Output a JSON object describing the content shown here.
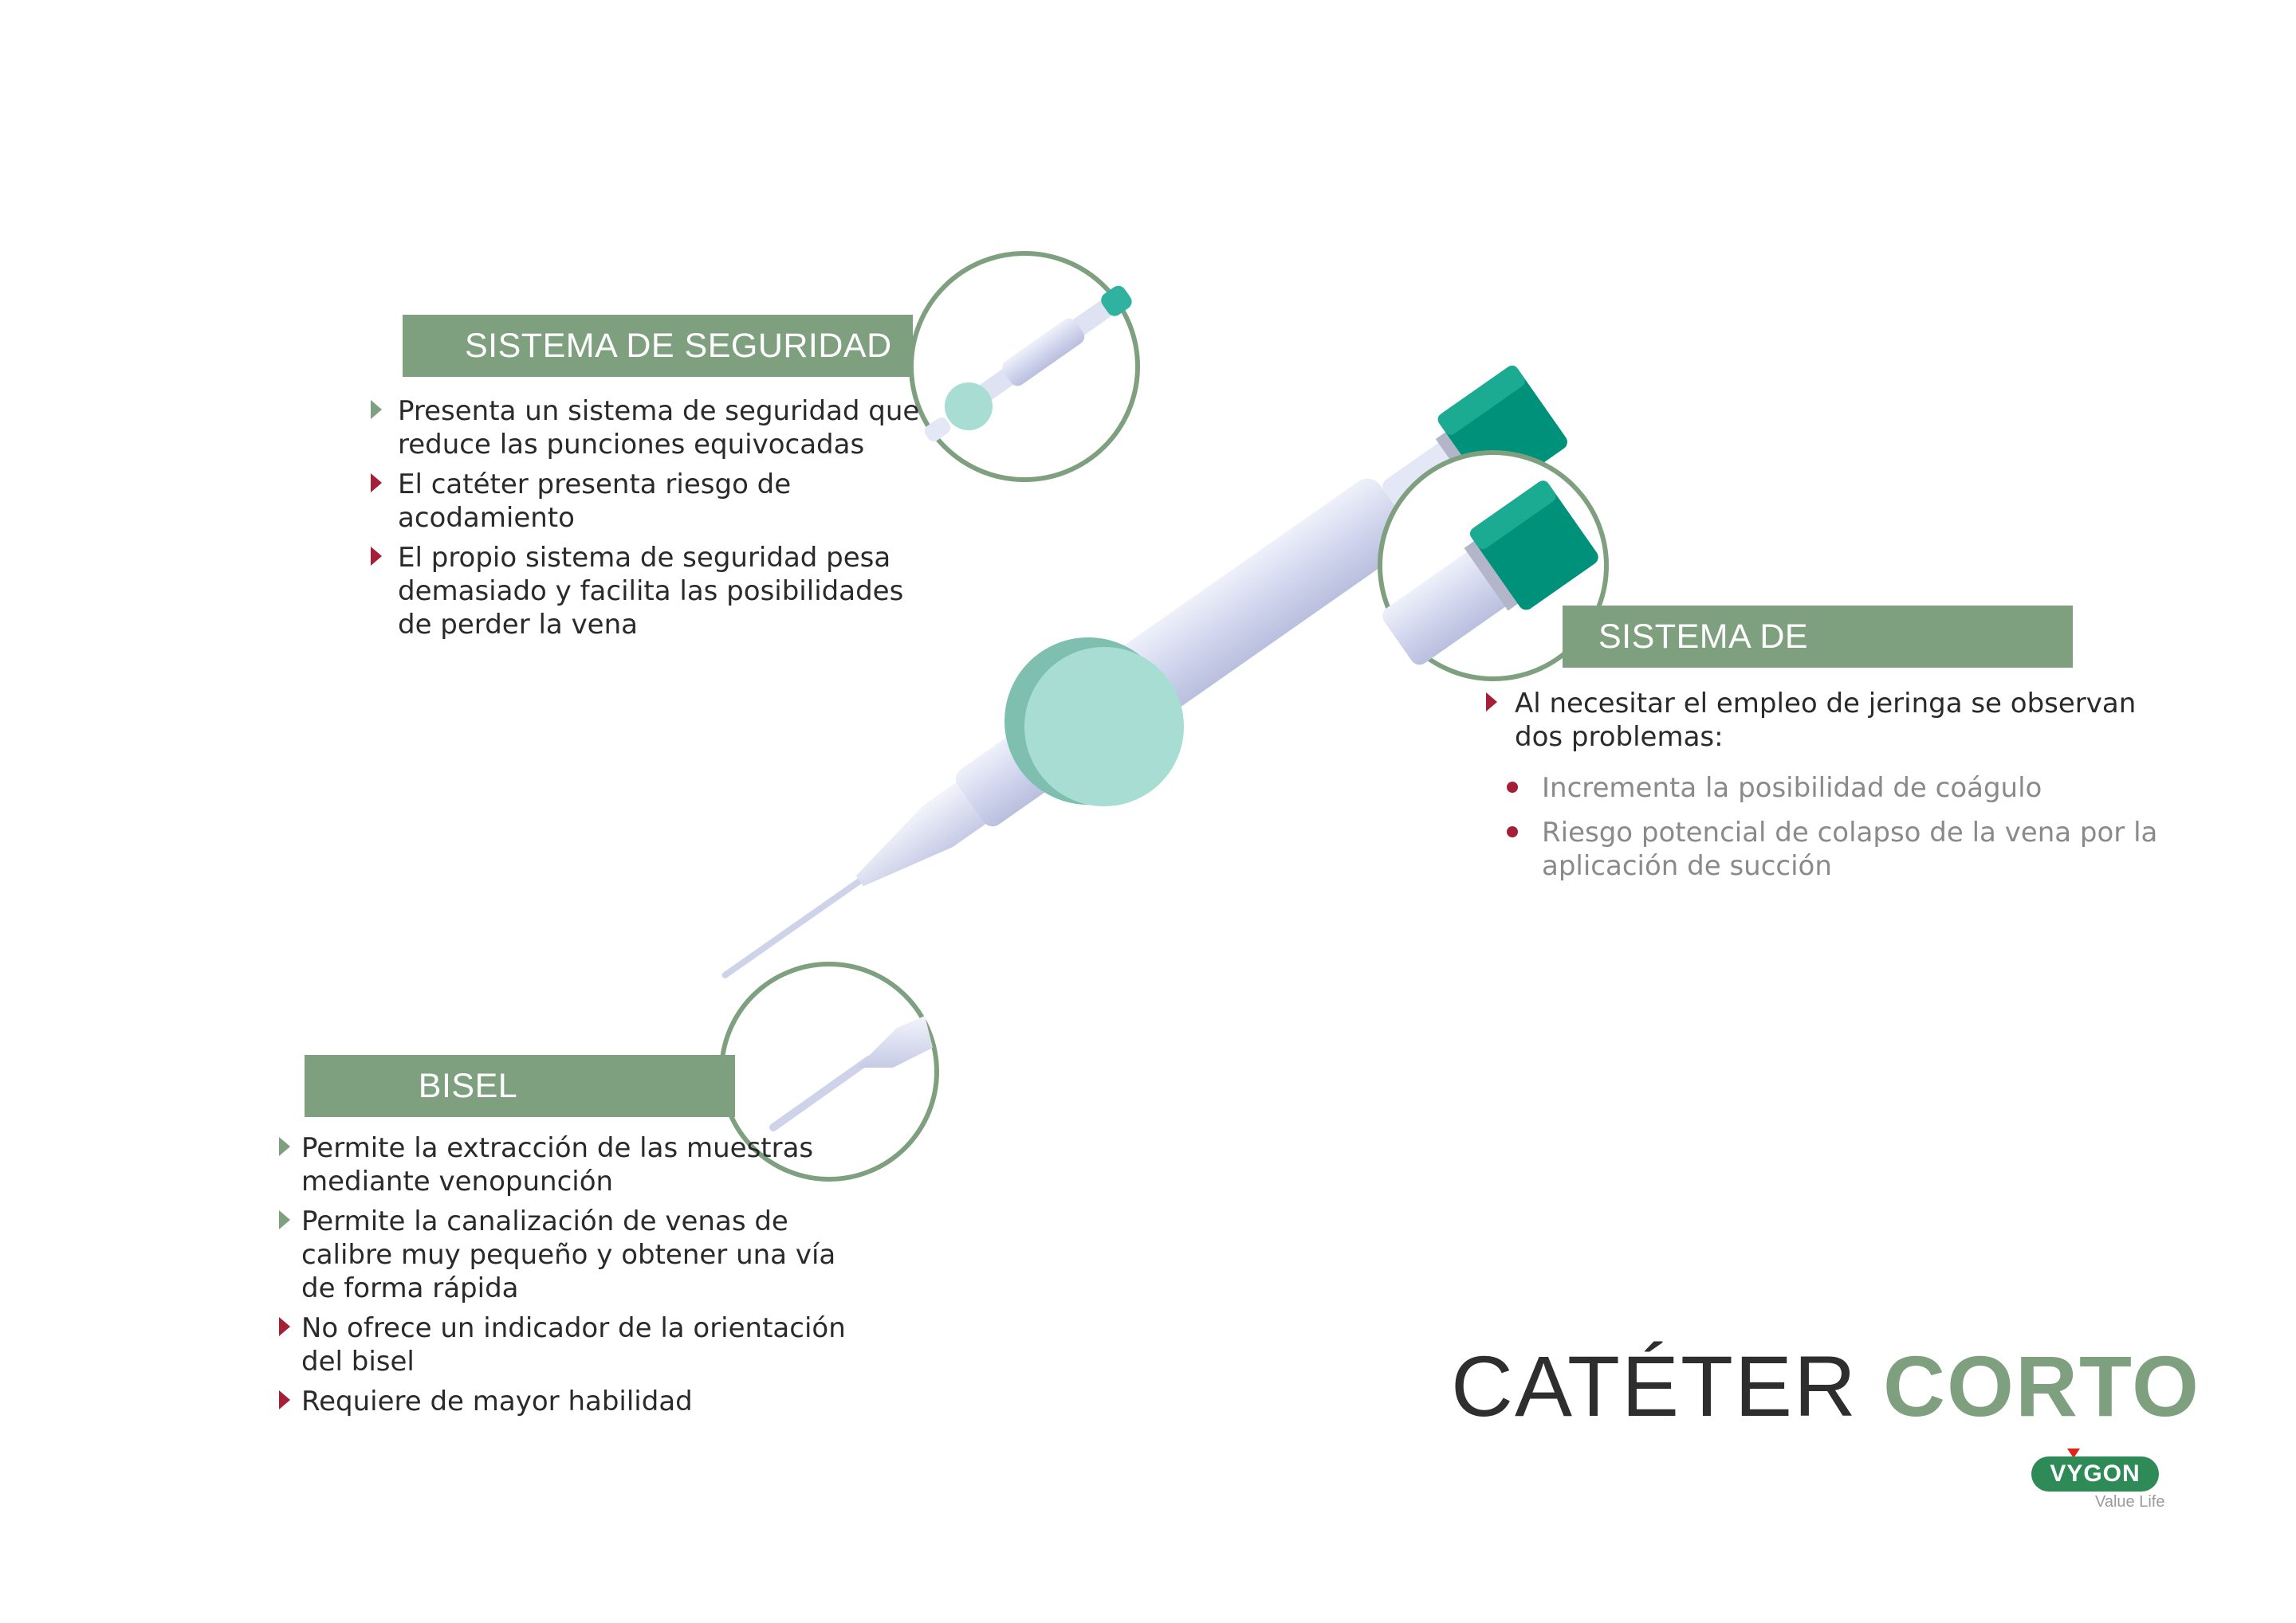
{
  "sections": {
    "seguridad": {
      "title": "SISTEMA DE SEGURIDAD",
      "items": [
        "Presenta un sistema de seguridad que reduce las punciones equivocadas",
        "El catéter presenta riesgo de acodamiento",
        "El propio sistema de seguridad pesa demasiado y facilita las posibilidades de perder la vena"
      ]
    },
    "recoleccion": {
      "title": "SISTEMA DE RECOLECCIÓN",
      "items": [
        "Al necesitar el empleo de jeringa se observan dos problemas:"
      ],
      "subitems": [
        "Incrementa la posibilidad de coágulo",
        "Riesgo potencial de colapso de la vena por la aplicación de succión"
      ]
    },
    "bisel": {
      "title": "BISEL",
      "items": [
        "Permite la extracción de las muestras mediante venopunción",
        "Permite la canalización de venas de calibre muy pequeño y obtener una vía de forma rápida",
        "No ofrece un indicador de la orientación del bisel",
        "Requiere de mayor habilidad"
      ]
    }
  },
  "title": {
    "part1": "CATÉTER",
    "part2": "CORTO"
  },
  "logo": {
    "name": "VYGON",
    "tagline": "Value Life"
  },
  "colors": {
    "accent_green": "#7fa07f",
    "negative_red": "#a51f36",
    "cap_teal": "#00917a",
    "light_mint": "#a8ddd3"
  }
}
